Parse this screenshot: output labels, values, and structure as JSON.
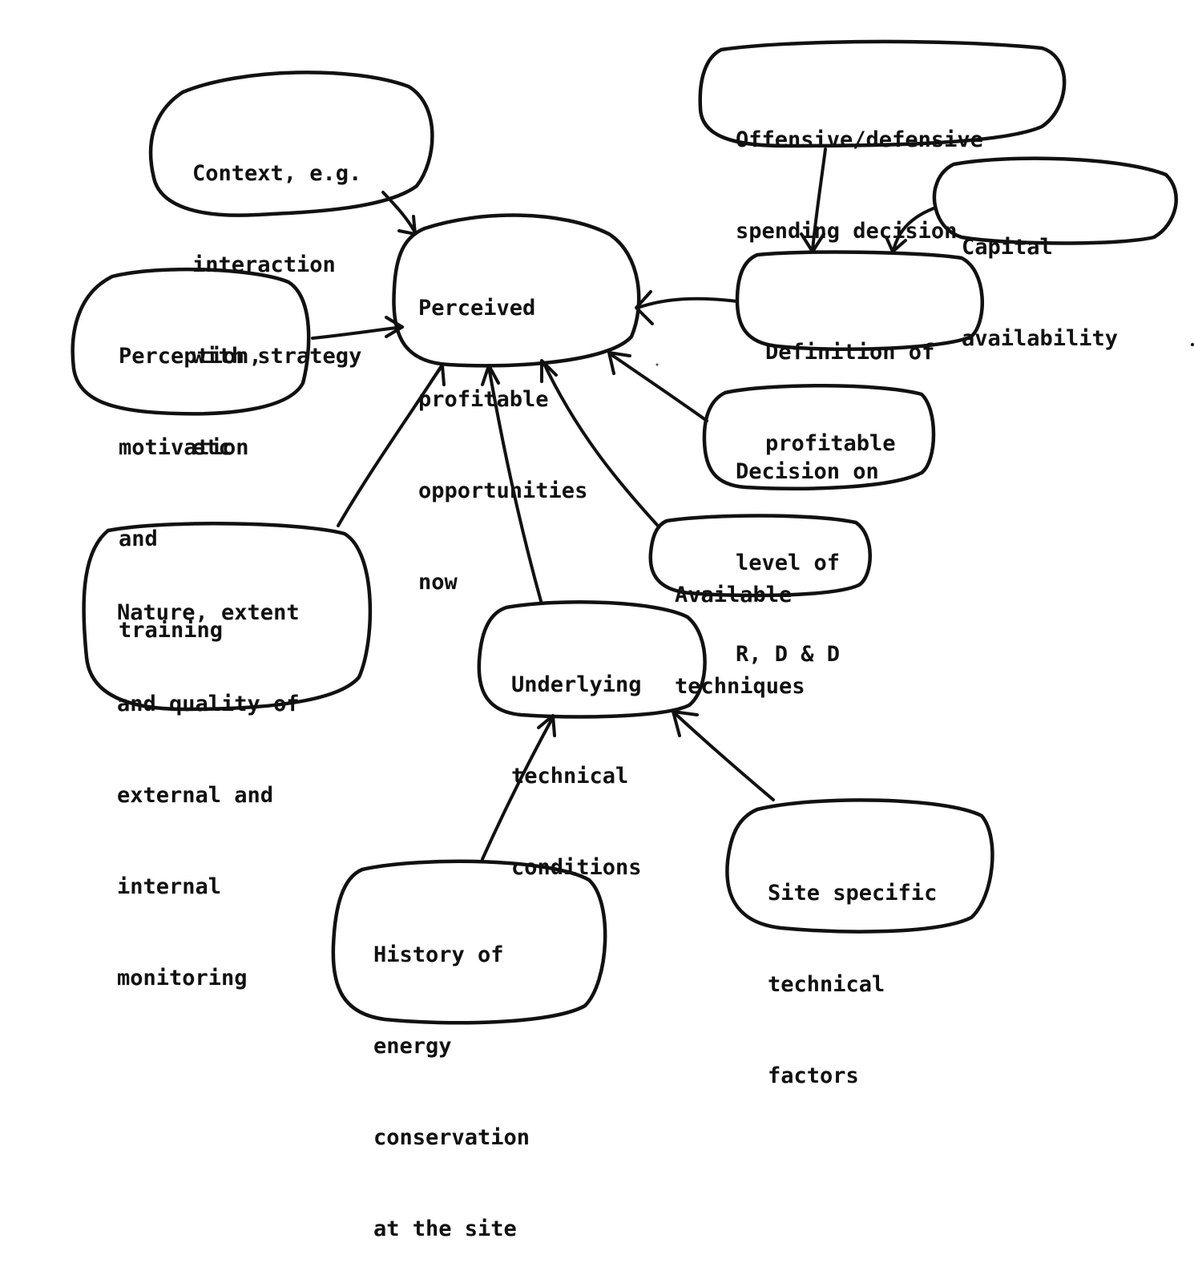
{
  "diagram": {
    "nodes": {
      "perceived": {
        "lines": [
          "Perceived",
          "profitable",
          "opportunities",
          "now"
        ]
      },
      "context": {
        "lines": [
          "Context, e.g.",
          "interaction",
          "with strategy",
          "etc"
        ]
      },
      "perception": {
        "lines": [
          "Perception,",
          "motivation",
          "and",
          "training"
        ]
      },
      "offensive": {
        "lines": [
          "Offensive/defensive",
          "spending decision"
        ]
      },
      "capital": {
        "lines": [
          "Capital",
          "availability"
        ]
      },
      "definition": {
        "lines": [
          "Definition of",
          "profitable"
        ]
      },
      "decision_rdd": {
        "lines": [
          "Decision on",
          "level of",
          "R, D & D"
        ]
      },
      "available": {
        "lines": [
          "Available",
          "techniques"
        ]
      },
      "nature": {
        "lines": [
          "Nature, extent",
          "and quality of",
          "external and",
          "internal",
          "monitoring"
        ]
      },
      "underlying": {
        "lines": [
          "Underlying",
          "technical",
          "conditions"
        ]
      },
      "history": {
        "lines": [
          "History of",
          "energy",
          "conservation",
          "at the site"
        ]
      },
      "site": {
        "lines": [
          "Site specific",
          "technical",
          "factors"
        ]
      }
    },
    "edges": [
      {
        "from": "context",
        "to": "perceived"
      },
      {
        "from": "perception",
        "to": "perceived"
      },
      {
        "from": "nature",
        "to": "perceived"
      },
      {
        "from": "underlying",
        "to": "perceived"
      },
      {
        "from": "available",
        "to": "perceived"
      },
      {
        "from": "decision_rdd",
        "to": "perceived"
      },
      {
        "from": "definition",
        "to": "perceived"
      },
      {
        "from": "offensive",
        "to": "definition"
      },
      {
        "from": "capital",
        "to": "definition"
      },
      {
        "from": "history",
        "to": "underlying"
      },
      {
        "from": "site",
        "to": "underlying"
      }
    ]
  }
}
